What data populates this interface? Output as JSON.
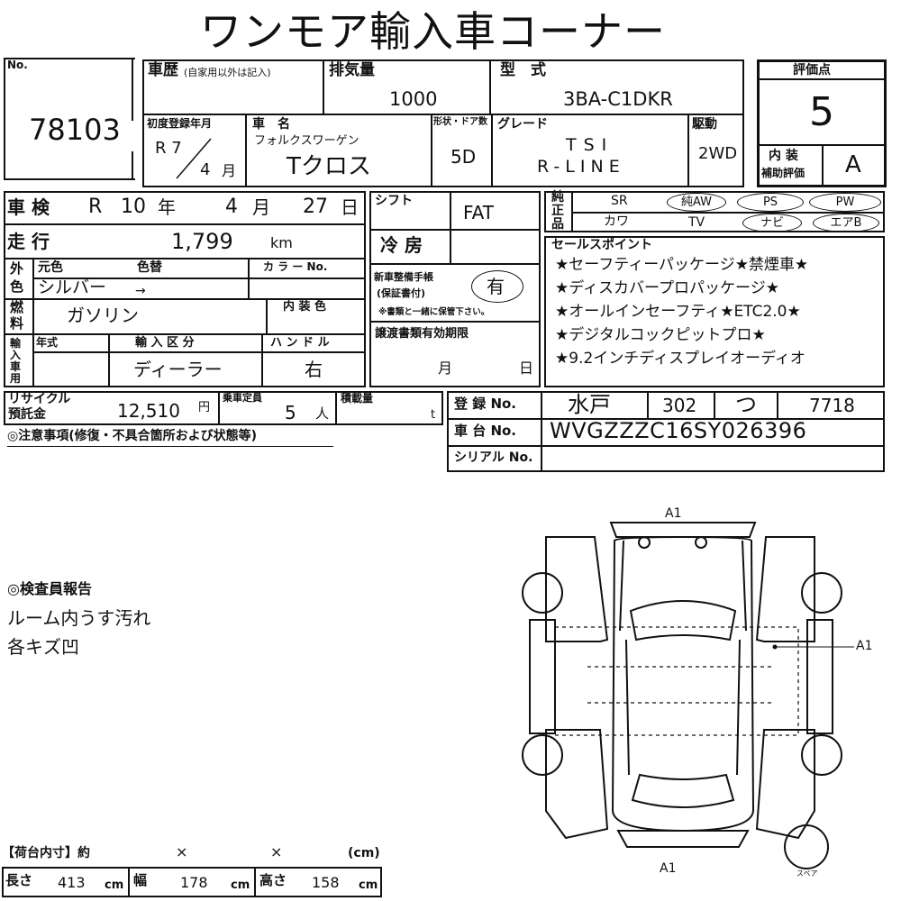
{
  "title": "ワンモア輸入車コーナー",
  "lot": {
    "label": "No.",
    "number": "78103"
  },
  "history": {
    "label": "車歴",
    "note": "(自家用以外は記入)",
    "value": ""
  },
  "displacement": {
    "label": "排気量",
    "value": "1000"
  },
  "model_code": {
    "label": "型　式",
    "value": "3BA-C1DKR"
  },
  "score": {
    "label": "評価点",
    "value": "5",
    "interior_label_1": "内 装",
    "interior_label_2": "補助評価",
    "interior_value": "A"
  },
  "first_reg": {
    "label": "初度登録年月",
    "era_year": "R 7",
    "month": "4",
    "month_unit": "月"
  },
  "car_name": {
    "label": "車　名",
    "maker": "フォルクスワーゲン",
    "name": "Tクロス"
  },
  "doors": {
    "label": "形状・ドア数",
    "value": "5D"
  },
  "grade": {
    "label": "グレード",
    "line1": "TSI",
    "line2": "R-LINE"
  },
  "drive": {
    "label": "駆動",
    "value": "2WD"
  },
  "inspection": {
    "label": "車 検",
    "era": "R",
    "year": "10",
    "year_unit": "年",
    "month": "4",
    "month_unit": "月",
    "day": "27",
    "day_unit": "日"
  },
  "shift": {
    "label": "シフト",
    "value": "FAT"
  },
  "mileage": {
    "label": "走 行",
    "value": "1,799",
    "unit": "km"
  },
  "aircon": {
    "label": "冷 房",
    "value": ""
  },
  "color": {
    "side_label_1": "外",
    "side_label_2": "色",
    "orig_label": "元色",
    "change_label": "色替",
    "value": "シルバー",
    "arrow": "→",
    "code_label": "カ ラ ー No."
  },
  "fuel": {
    "side_label_1": "燃",
    "side_label_2": "料",
    "value": "ガソリン",
    "interior_color_label": "内 装 色"
  },
  "warranty": {
    "label_1": "新車整備手帳",
    "label_2": "(保証書付)",
    "value": "有",
    "note": "※書類と一緒に保管下さい。"
  },
  "options": {
    "side_label": [
      "純",
      "正",
      "品"
    ],
    "row1": [
      "SR",
      "純AW",
      "PS",
      "PW"
    ],
    "row2": [
      "カワ",
      "TV",
      "ナビ",
      "エアB"
    ]
  },
  "sales_points": {
    "label": "セールスポイント",
    "lines": [
      "★セーフティーパッケージ★禁煙車★",
      "★ディスカバープロパッケージ★",
      "★オールインセーフティ★ETC2.0★",
      "★デジタルコックピットプロ★",
      "★9.2インチディスプレイオーディオ"
    ]
  },
  "import_car": {
    "side_label": [
      "輸",
      "入",
      "車",
      "用"
    ],
    "year_label": "年式",
    "import_label": "輸 入 区 分",
    "import_value": "ディーラー",
    "handle_label": "ハ ン ド ル",
    "handle_value": "右"
  },
  "transfer": {
    "label": "譲渡書類有効期限",
    "month_unit": "月",
    "day_unit": "日"
  },
  "recycle": {
    "label_1": "リサイクル",
    "label_2": "預託金",
    "value": "12,510",
    "unit": "円"
  },
  "capacity": {
    "label": "乗車定員",
    "value": "5",
    "unit": "人"
  },
  "load": {
    "label": "積載量",
    "unit": "t"
  },
  "registration": {
    "label": "登 録 No.",
    "area": "水戸",
    "class_no": "302",
    "kana": "つ",
    "number": "7718"
  },
  "chassis": {
    "label": "車 台 No.",
    "value": "WVGZZZC16SY026396"
  },
  "serial": {
    "label": "シリアル No.",
    "value": ""
  },
  "notes": {
    "label": "◎注意事項(修復・不具合箇所および状態等)"
  },
  "inspector": {
    "label": "◎検査員報告",
    "lines": [
      "ルーム内うす汚れ",
      "各キズ凹"
    ]
  },
  "diagram": {
    "front_mark": "A1",
    "right_mark": "A1",
    "rear_mark": "A1",
    "spare_label": "スペア"
  },
  "cargo": {
    "label": "【荷台内寸】約",
    "x1": "×",
    "x2": "×",
    "unit_cm": "(cm)"
  },
  "dims": {
    "length_label": "長さ",
    "length": "413",
    "width_label": "幅",
    "width": "178",
    "height_label": "高さ",
    "height": "158",
    "unit": "cm"
  }
}
